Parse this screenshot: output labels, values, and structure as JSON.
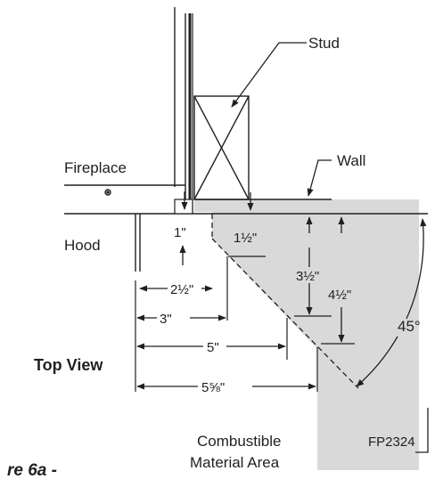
{
  "labels": {
    "stud": "Stud",
    "wall": "Wall",
    "fireplace": "Fireplace",
    "hood": "Hood",
    "top_view": "Top View",
    "combustible_line1": "Combustible",
    "combustible_line2": "Material Area",
    "figure_code": "FP2324",
    "figure_caption": "re 6a -"
  },
  "dimensions": {
    "d1": "1\"",
    "d1_5": "1½\"",
    "d2_5": "2½\"",
    "d3": "3\"",
    "d3_5": "3½\"",
    "d4_5": "4½\"",
    "d5": "5\"",
    "d5_625": "5⅝\"",
    "angle": "45°"
  },
  "colors": {
    "line": "#231f20",
    "shade": "#d9d9d9"
  }
}
